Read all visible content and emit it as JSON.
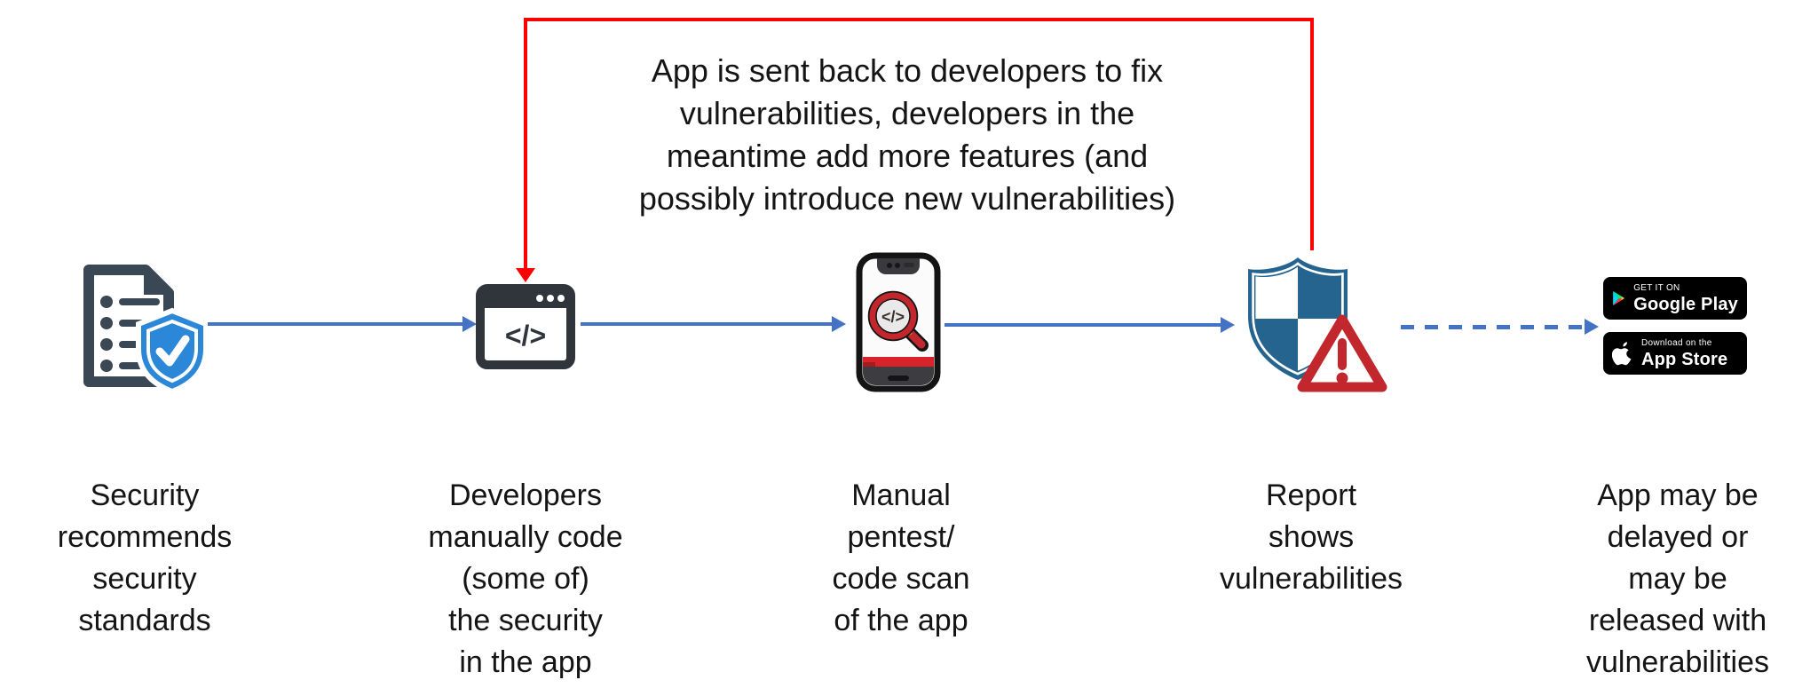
{
  "diagram": {
    "feedback_note": "App is sent back to developers to fix\nvulnerabilities, developers in the\nmeantime add more features (and\npossibly introduce new vulnerabilities)",
    "code_glyph": "</>",
    "steps": [
      {
        "id": "security-standards",
        "icon": "document-shield-check-icon",
        "label": "Security\nrecommends\nsecurity\nstandards"
      },
      {
        "id": "developers-code",
        "icon": "code-window-icon",
        "label": "Developers\nmanually code\n(some of)\nthe security\nin the app"
      },
      {
        "id": "pentest-scan",
        "icon": "phone-code-scan-icon",
        "label": "Manual\npentest/\ncode scan\nof the app"
      },
      {
        "id": "report",
        "icon": "shield-warning-icon",
        "label": "Report\nshows\nvulnerabilities"
      },
      {
        "id": "release",
        "icon": "store-badges",
        "label": "App may be\ndelayed or\nmay be\nreleased with\nvulnerabilities"
      }
    ],
    "badges": {
      "google_play": {
        "tagline": "GET IT ON",
        "store_name": "Google Play"
      },
      "app_store": {
        "tagline": "Download on the",
        "store_name": "App Store"
      }
    },
    "colors": {
      "flow_arrow_blue": "#4472C4",
      "feedback_loop_red": "#FF0000",
      "icon_dark": "#3A4754",
      "shield_check_blue": "#2B87D8",
      "checkered_shield_blue": "#25648F",
      "warning_red": "#C1272D"
    }
  }
}
